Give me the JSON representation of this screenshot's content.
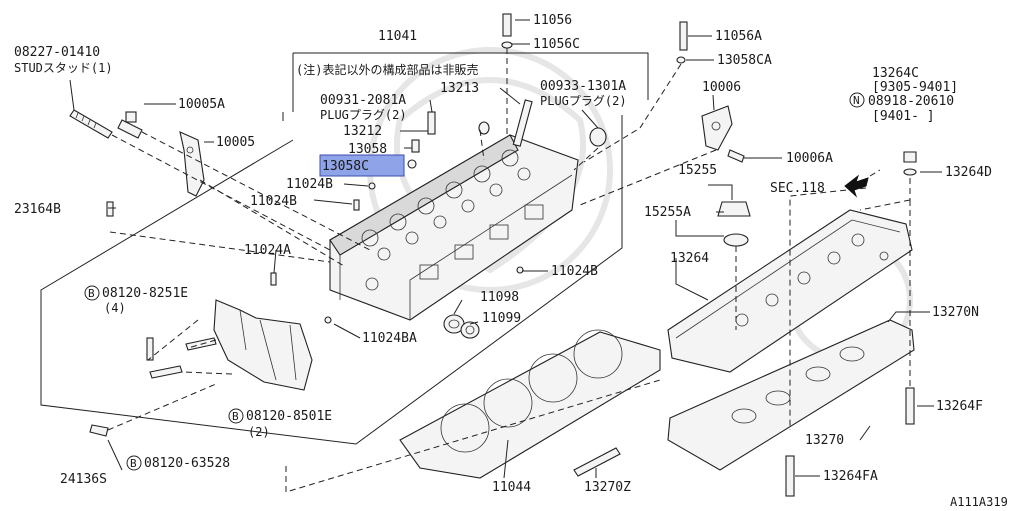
{
  "labels": {
    "p11056": "11056",
    "p11056c": "11056C",
    "p11056a": "11056A",
    "p13058ca": "13058CA",
    "p11041": "11041",
    "stud_pn": "08227-01410",
    "stud_name": "STUDスタッド(1)",
    "note": "(注)表記以外の構成部品は非販売",
    "p10005a": "10005A",
    "p10005": "10005",
    "p00931": "00931-2081A",
    "plug2": "PLUGプラグ(2)",
    "p13213": "13213",
    "p00933": "00933-1301A",
    "plug2b": "PLUGプラグ(2)",
    "p10006": "10006",
    "p13212": "13212",
    "p13058": "13058",
    "p13058c": "13058C",
    "p11024b_1": "11024B",
    "p11024b_2": "11024B",
    "p23164b": "23164B",
    "p11024a": "11024A",
    "p11024b_3": "11024B",
    "p10006a": "10006A",
    "p15255": "15255",
    "p15255a": "15255A",
    "sec118": "SEC.118",
    "p13264c": "13264C",
    "range1": "[9305-9401]",
    "p08918": "08918-20610",
    "range2": "[9401-     ]",
    "p13264d": "13264D",
    "b1_pn": "08120-8251E",
    "b1_qty": "(4)",
    "p11098": "11098",
    "p11099": "11099",
    "p11024ba": "11024BA",
    "p13264": "13264",
    "p13270n": "13270N",
    "b2_pn": "08120-8501E",
    "b2_qty": "(2)",
    "p24136s": "24136S",
    "b3_pn": "08120-63528",
    "p11044": "11044",
    "p13270z": "13270Z",
    "p13270": "13270",
    "p13264f": "13264F",
    "p13264fa": "13264FA",
    "diagram_id": "A111A319"
  },
  "markers": {
    "b": "B",
    "n": "N"
  },
  "highlight": {
    "part": "13058C",
    "color": "#8fa3e8"
  },
  "icons": {
    "arrow": "direction-arrow-icon"
  }
}
